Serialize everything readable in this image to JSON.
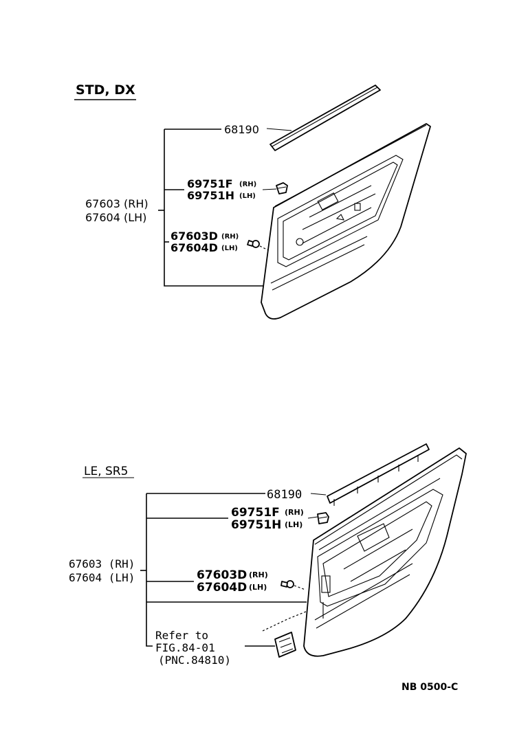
{
  "top": {
    "heading": "STD, DX",
    "molding": "68190",
    "clip_rh": "69751F",
    "clip_lh": "69751H",
    "rh_tag": "(RH)",
    "lh_tag": "(LH)",
    "board_rh": "67603 (RH)",
    "board_lh": "67604 (LH)",
    "fastener_rh": "67603D",
    "fastener_lh": "67604D"
  },
  "bottom": {
    "heading": "LE, SR5",
    "molding": "68190",
    "clip_rh": "69751F",
    "clip_lh": "69751H",
    "rh_tag": "(RH)",
    "lh_tag": "(LH)",
    "board_rh": "67603 (RH)",
    "board_lh": "67604 (LH)",
    "fastener_rh": "67603D",
    "fastener_lh": "67604D",
    "refer_line1": "Refer to",
    "refer_line2": "FIG.84-01",
    "refer_line3": "(PNC.84810)"
  },
  "footer_code": "NB 0500-C"
}
